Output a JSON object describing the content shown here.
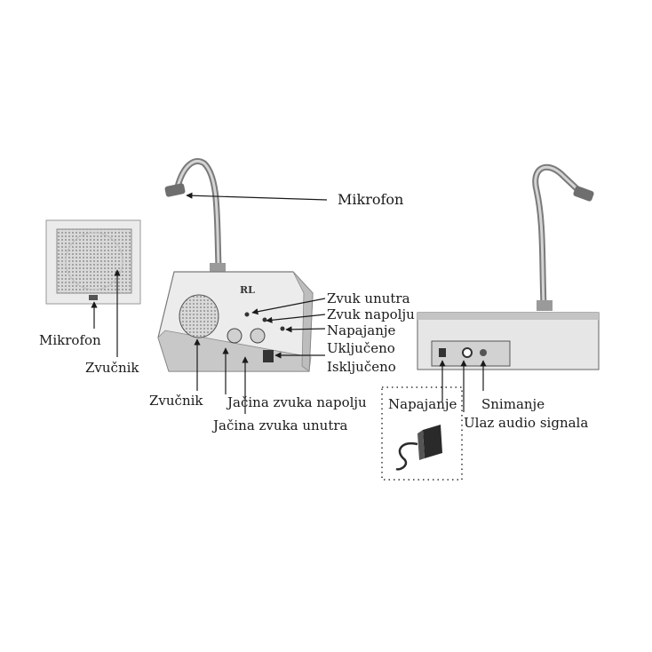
{
  "labels": {
    "mic_top": "Mikrofon",
    "zvuk_unutra": "Zvuk unutra",
    "zvuk_napolju": "Zvuk napolju",
    "napajanje_front": "Napajanje",
    "ukljuceno": "Uključeno",
    "iskljuceno": "Isključeno",
    "zvucnik_front": "Zvučnik",
    "jacina_napolju": "Jačina zvuka napolju",
    "jacina_unutra": "Jačina zvuka unutra",
    "mic_speaker": "Mikrofon",
    "zvucnik_speaker": "Zvučnik",
    "napajanje_back": "Napajanje",
    "ulaz_audio": "Ulaz audio signala",
    "snimanje": "Snimanje"
  },
  "colors": {
    "line": "#1a1a1a",
    "panel": "#e8e8e8",
    "panel_dark": "#bdbdbd",
    "grille": "#8a8a8a"
  }
}
